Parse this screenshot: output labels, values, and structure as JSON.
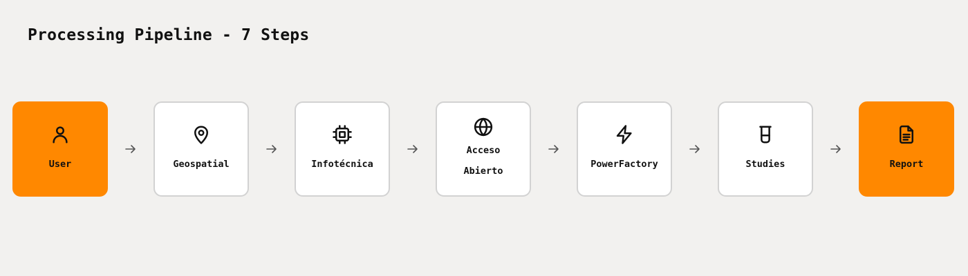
{
  "title": "Processing Pipeline - 7 Steps",
  "accent_color": "#ff8800",
  "steps": [
    {
      "label": "User",
      "icon": "user-icon",
      "accent": true
    },
    {
      "label": "Geospatial",
      "icon": "map-pin-icon",
      "accent": false
    },
    {
      "label": "Infotécnica",
      "icon": "cpu-chip-icon",
      "accent": false
    },
    {
      "label": "Acceso Abierto",
      "icon": "globe-icon",
      "accent": false
    },
    {
      "label": "PowerFactory",
      "icon": "lightning-bolt-icon",
      "accent": false
    },
    {
      "label": "Studies",
      "icon": "beaker-icon",
      "accent": false
    },
    {
      "label": "Report",
      "icon": "document-icon",
      "accent": true
    }
  ],
  "connector_icon": "arrow-right-icon"
}
